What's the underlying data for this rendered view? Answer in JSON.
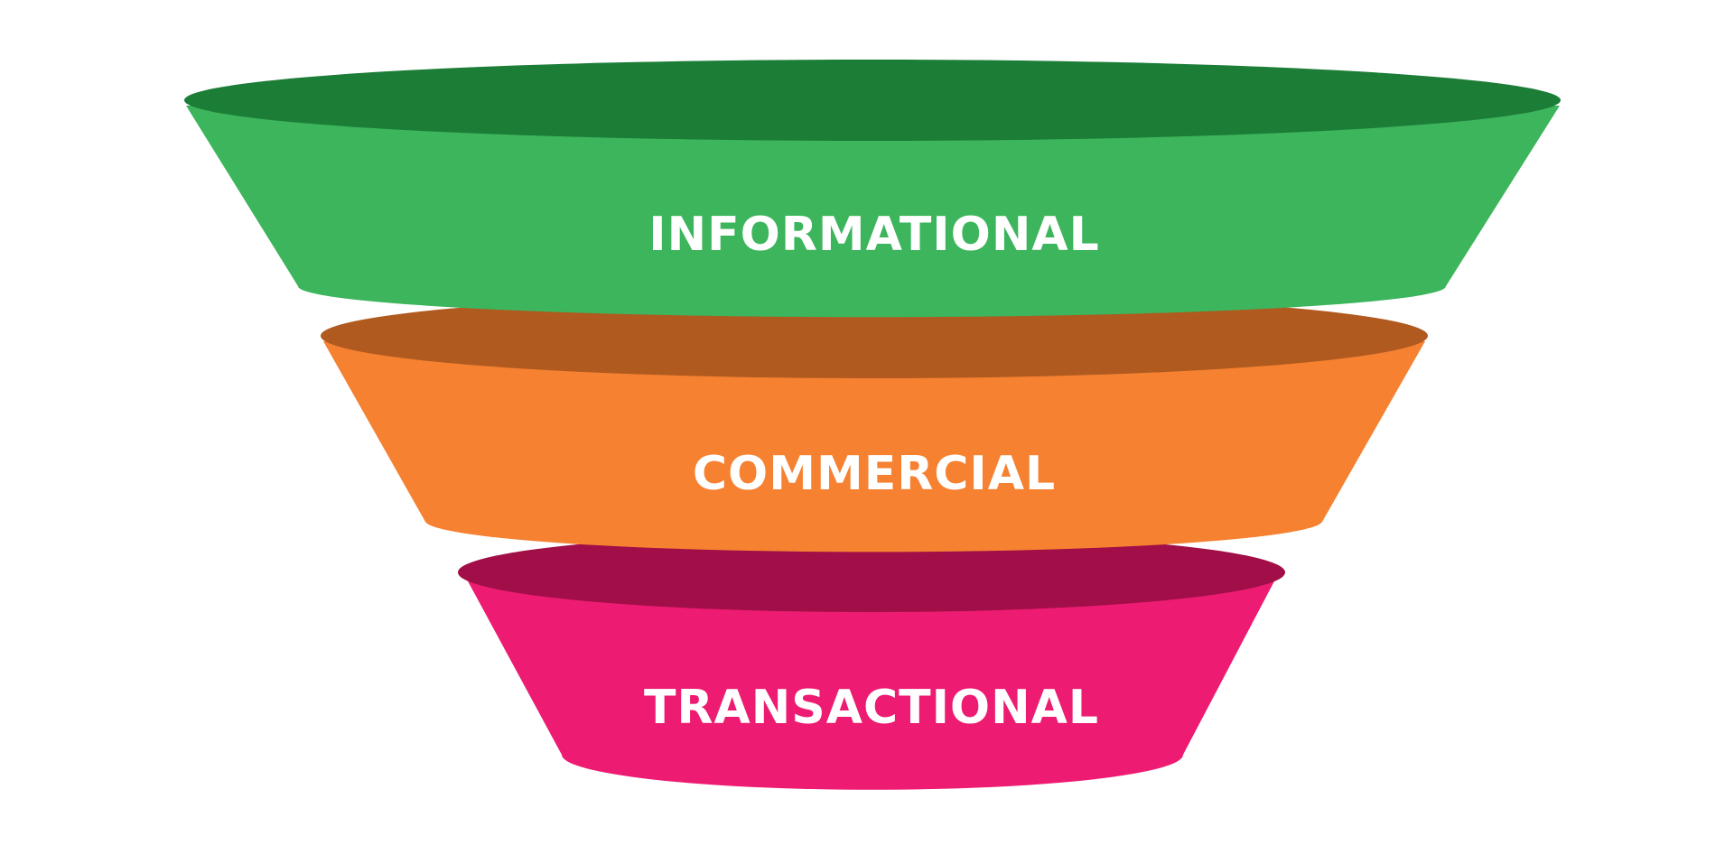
{
  "stages": [
    {
      "label": "INFORMATIONAL",
      "color_body": "#3cb55c",
      "color_top": "#1c7d37"
    },
    {
      "label": "COMMERCIAL",
      "color_body": "#f58131",
      "color_top": "#b05a1f"
    },
    {
      "label": "TRANSACTIONAL",
      "color_body": "#ed1c72",
      "color_top": "#a10e48"
    }
  ]
}
